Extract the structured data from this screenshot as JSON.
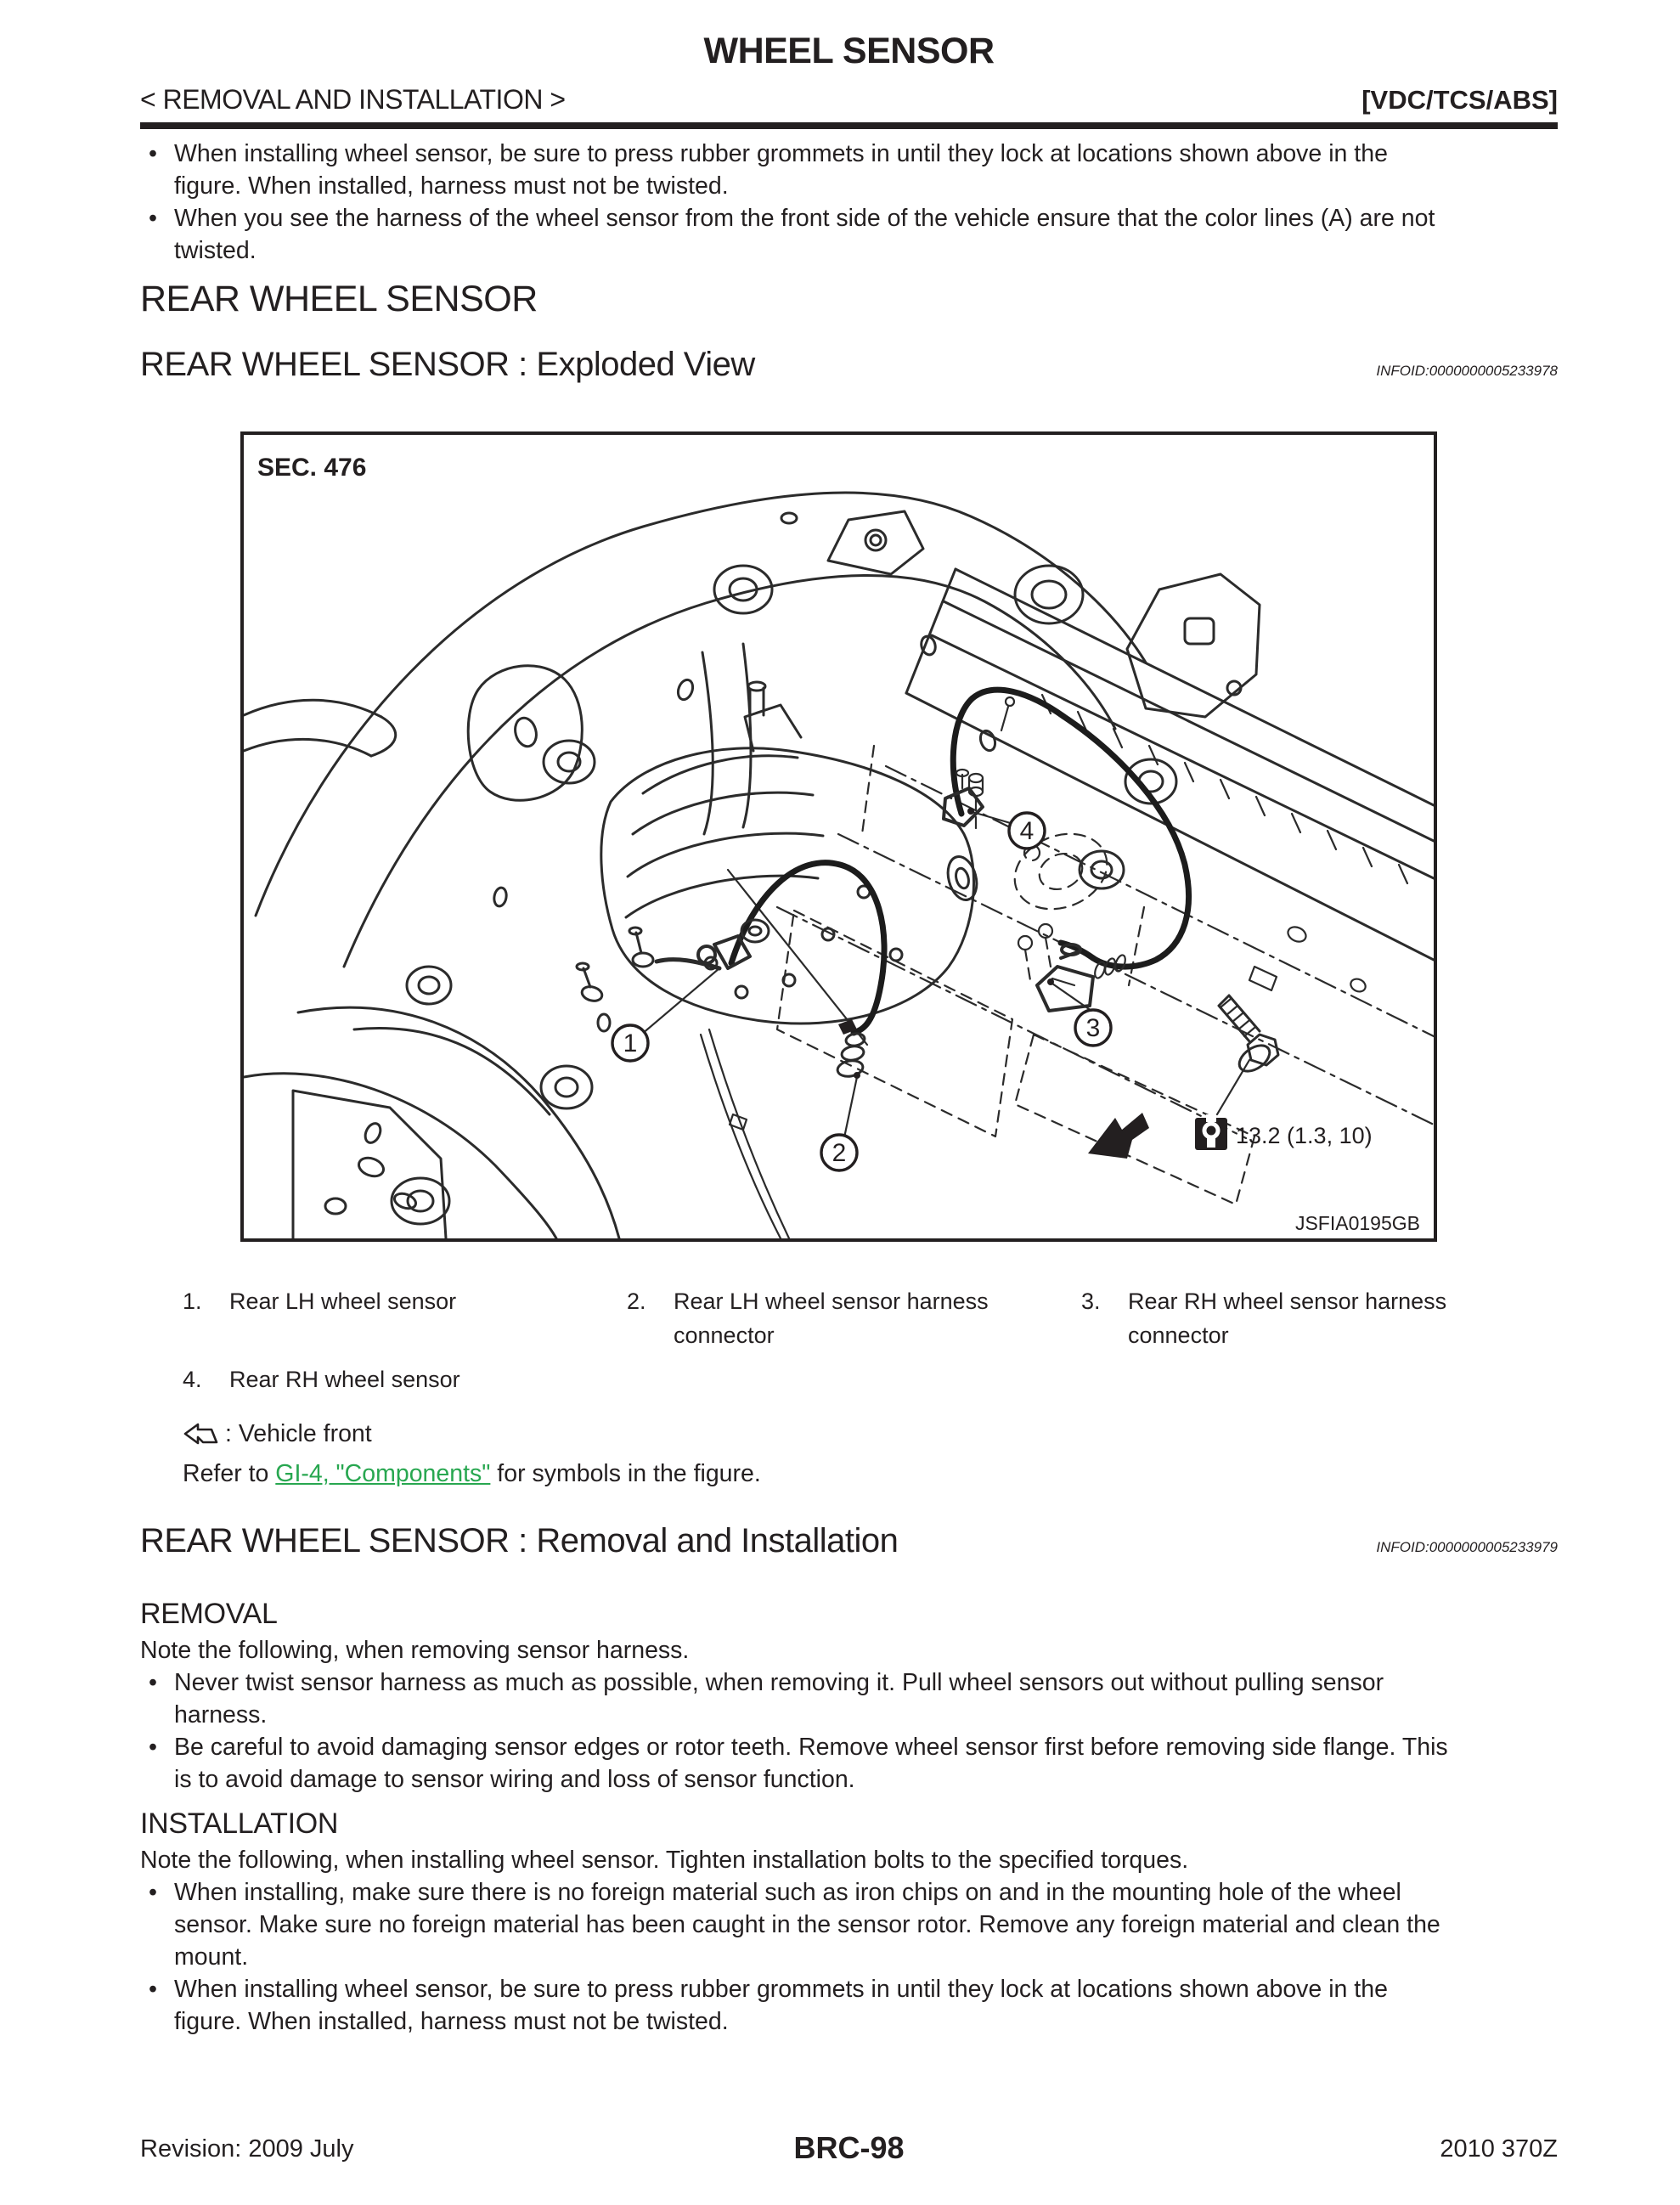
{
  "header": {
    "title": "WHEEL SENSOR",
    "section": "< REMOVAL AND INSTALLATION >",
    "system": "[VDC/TCS/ABS]"
  },
  "intro": {
    "bullets": [
      "When installing wheel sensor, be sure to press rubber grommets in until they lock at locations shown above in the figure. When installed, harness must not be twisted.",
      "When you see the harness of the wheel sensor from the front side of the vehicle ensure that the color lines (A) are not twisted."
    ]
  },
  "sections": {
    "rear_title": "REAR WHEEL SENSOR",
    "exploded_title": "REAR WHEEL SENSOR : Exploded View",
    "exploded_infoid": "INFOID:0000000005233978",
    "ri_title": "REAR WHEEL SENSOR : Removal and Installation",
    "ri_infoid": "INFOID:0000000005233979"
  },
  "figure": {
    "sec_label": "SEC. 476",
    "image_code": "JSFIA0195GB",
    "torque_value": "13.2 (1.3, 10)",
    "callouts": {
      "c1": "1",
      "c2": "2",
      "c3": "3",
      "c4": "4"
    }
  },
  "legend": {
    "items": [
      {
        "num": "1.",
        "label": "Rear LH wheel sensor"
      },
      {
        "num": "2.",
        "label": "Rear LH wheel sensor harness con­nector"
      },
      {
        "num": "3.",
        "label": "Rear RH wheel sensor harness con­nector"
      },
      {
        "num": "4.",
        "label": "Rear RH wheel sensor"
      }
    ],
    "vehicle_front_label": ": Vehicle front",
    "refer_prefix": "Refer to ",
    "refer_link": "GI-4, \"Components\"",
    "refer_suffix": " for symbols in the figure."
  },
  "removal": {
    "heading": "REMOVAL",
    "note": "Note the following, when removing sensor harness.",
    "bullets": [
      "Never twist sensor harness as much as possible, when removing it. Pull wheel sensors out without pulling sensor harness.",
      "Be careful to avoid damaging sensor edges or rotor teeth. Remove wheel sensor first before removing side flange. This is to avoid damage to sensor wiring and loss of sensor function."
    ]
  },
  "installation": {
    "heading": "INSTALLATION",
    "note": "Note the following, when installing wheel sensor. Tighten installation bolts to the specified torques.",
    "bullets": [
      "When installing, make sure there is no foreign material such as iron chips on and in the mounting hole of the wheel sensor. Make sure no foreign material has been caught in the sensor rotor. Remove any foreign mate­rial and clean the mount.",
      "When installing wheel sensor, be sure to press rubber grommets in until they lock at locations shown above in the figure. When installed, harness must not be twisted."
    ]
  },
  "footer": {
    "revision": "Revision: 2009 July",
    "page": "BRC-98",
    "model": "2010 370Z"
  },
  "colors": {
    "ink": "#231f20",
    "link_green": "#28a750"
  }
}
